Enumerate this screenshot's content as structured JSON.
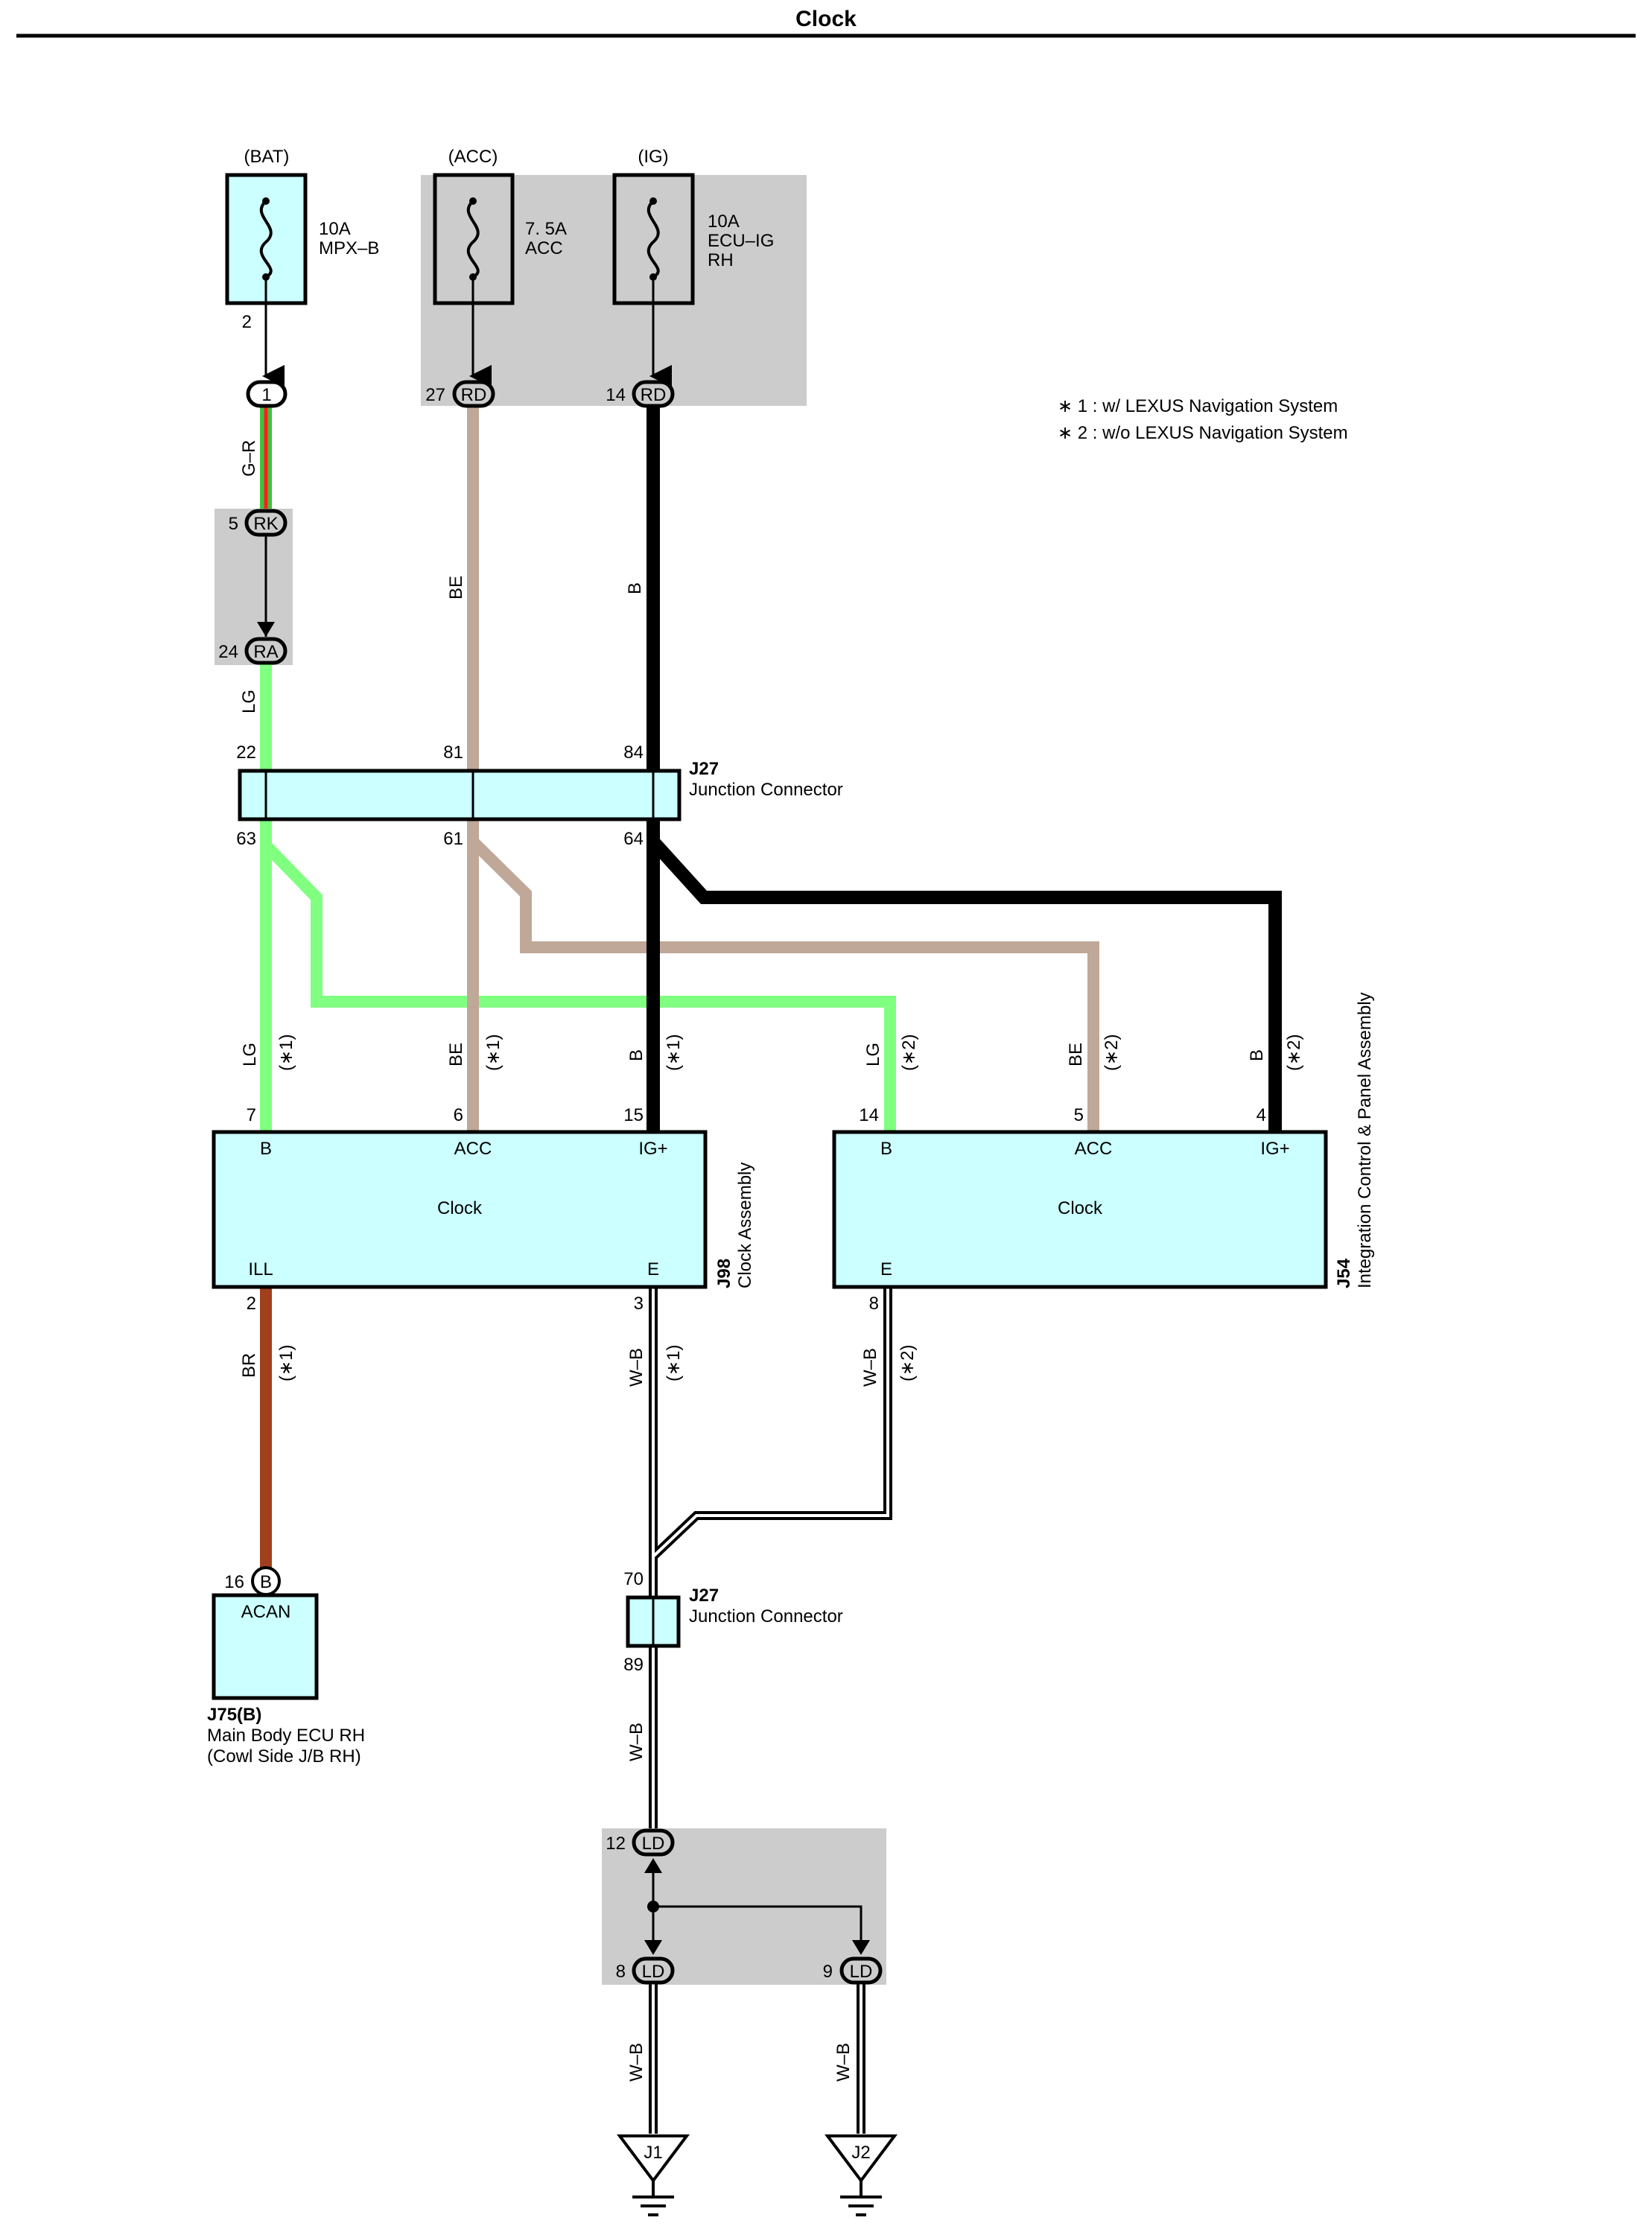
{
  "title": "Clock",
  "notes": [
    "∗ 1 : w/ LEXUS Navigation System",
    "∗ 2 : w/o LEXUS Navigation System"
  ],
  "fuses": [
    {
      "source": "(BAT)",
      "rating": "10A",
      "name": "MPX–B",
      "name2": "",
      "pin": "2"
    },
    {
      "source": "(ACC)",
      "rating": "7. 5A",
      "name": "ACC",
      "name2": "",
      "pin": ""
    },
    {
      "source": "(IG)",
      "rating": "10A",
      "name": "ECU–IG",
      "name2": "RH",
      "pin": ""
    }
  ],
  "connectors": {
    "bat_top": {
      "code": "1",
      "pin": ""
    },
    "acc_top": {
      "code": "RD",
      "pin": "27"
    },
    "ig_top": {
      "code": "RD",
      "pin": "14"
    },
    "rk": {
      "code": "RK",
      "pin": "5"
    },
    "ra": {
      "code": "RA",
      "pin": "24"
    },
    "acan_pin": {
      "code": "B",
      "pin": "16"
    },
    "ld_top": {
      "code": "LD",
      "pin": "12"
    },
    "ld_left": {
      "code": "LD",
      "pin": "8"
    },
    "ld_right": {
      "code": "LD",
      "pin": "9"
    }
  },
  "wires": {
    "g_r": "G–R",
    "lg": "LG",
    "be": "BE",
    "b": "B",
    "br": "BR",
    "w_b": "W–B",
    "note1": "(∗1)",
    "note2": "(∗2)"
  },
  "j27_top": {
    "id": "J27",
    "label": "Junction Connector",
    "pins_in": [
      "22",
      "81",
      "84"
    ],
    "pins_out": [
      "63",
      "61",
      "64"
    ]
  },
  "j27_bottom": {
    "id": "J27",
    "label": "Junction Connector",
    "pin_in": "70",
    "pin_out": "89"
  },
  "clock1": {
    "id": "J98",
    "label": "Clock Assembly",
    "name": "Clock",
    "terms": {
      "b": "B",
      "acc": "ACC",
      "ig": "IG+",
      "ill": "ILL",
      "e": "E"
    },
    "pins": {
      "b": "7",
      "acc": "6",
      "ig": "15",
      "ill": "2",
      "e": "3"
    }
  },
  "clock2": {
    "id": "J54",
    "label": "Integration Control & Panel Assembly",
    "name": "Clock",
    "terms": {
      "b": "B",
      "acc": "ACC",
      "ig": "IG+",
      "e": "E"
    },
    "pins": {
      "b": "14",
      "acc": "5",
      "ig": "4",
      "e": "8"
    }
  },
  "acan": {
    "name": "ACAN",
    "id": "J75(B)",
    "line1": "Main Body ECU RH",
    "line2": "(Cowl Side J/B RH)"
  },
  "grounds": [
    "J1",
    "J2"
  ],
  "colors": {
    "lg": "#80ff80",
    "be": "#bfa898",
    "b": "#000000",
    "br": "#a0401c",
    "gr_green": "#40c040",
    "gr_red": "#ff2020",
    "box": "#ccffff",
    "shade": "#cccccc"
  }
}
